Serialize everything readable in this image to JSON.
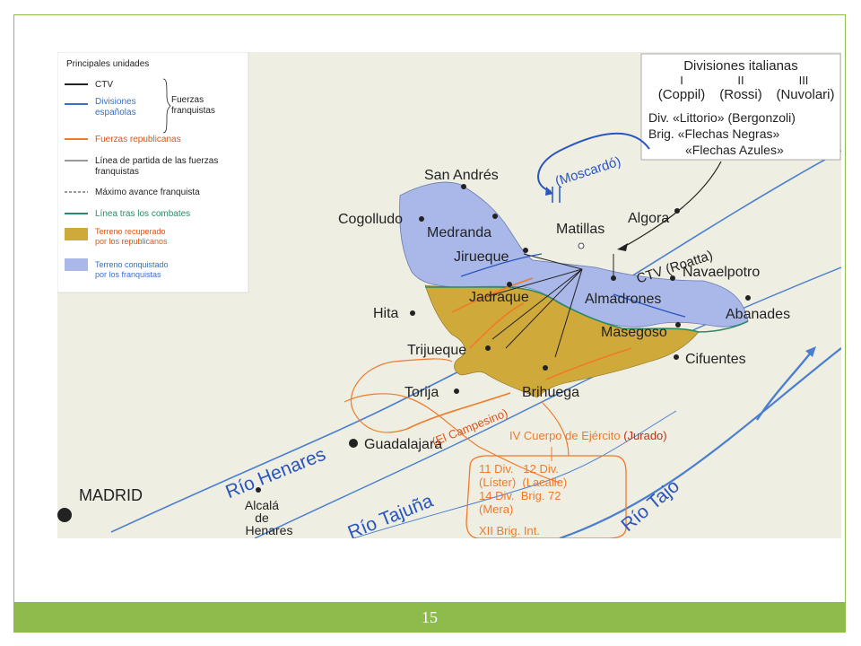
{
  "map": {
    "legend": {
      "title": "Principales unidades",
      "items": [
        {
          "label": "CTV",
          "color": "#222222"
        },
        {
          "label": "Divisiones españolas",
          "color": "#3a6fc4"
        },
        {
          "label": "Fuerzas republicanas",
          "color": "#f07a2a"
        },
        {
          "label": "Línea de partida de las fuerzas franquistas",
          "color": "#333333"
        },
        {
          "label": "Máximo avance franquista",
          "color": "#333333"
        },
        {
          "label": "Línea tras los combates",
          "color": "#2b8a6a"
        },
        {
          "label": "Terreno recuperado por los republicanos",
          "color": "#c9a83a"
        },
        {
          "label": "Terreno conquistado por los franquistas",
          "color": "#a9b8e8"
        }
      ],
      "group_label": "Fuerzas franquistas"
    },
    "italian_divisions": {
      "title": "Divisiones italianas",
      "numerals": [
        "I",
        "II",
        "III"
      ],
      "commanders": [
        "(Coppil)",
        "(Rossi)",
        "(Nuvolari)"
      ],
      "line1": "Div. «Littorio» (Bergonzoli)",
      "line2": "Brig. «Flechas Negras»",
      "line3": "«Flechas Azules»"
    },
    "towns": {
      "san_andres": "San Andrés",
      "cogolludo": "Cogolludo",
      "medranda": "Medranda",
      "matillas": "Matillas",
      "algora": "Algora",
      "jirueque": "Jirueque",
      "navaelpotro": "Navaelpotro",
      "jadraque": "Jadraque",
      "almadrones": "Almadrones",
      "abanades": "Abanades",
      "hita": "Hita",
      "masegoso": "Masegoso",
      "trijueque": "Trijueque",
      "cifuentes": "Cifuentes",
      "torija": "Torija",
      "brihuega": "Brihuega",
      "guadalajara": "Guadalajara",
      "madrid": "MADRID",
      "alcala_1": "Alcalá",
      "alcala_2": "de",
      "alcala_3": "Henares"
    },
    "units": {
      "moscardo": "(Moscardó)",
      "ctv": "CTV (Roatta)",
      "campesino": "(El Campesino)",
      "cuerpo": "IV Cuerpo de Ejército",
      "jurado": "(Jurado)",
      "div_lines": [
        "11 Div.   12 Div.",
        "(Líster)  (Lacalle)",
        "14 Div.  Brig. 72",
        "(Mera)",
        "XII Brig. Int."
      ]
    },
    "rivers": {
      "henares": "Río Henares",
      "tajuna": "Río Tajuña",
      "tajo": "Río Tajo"
    }
  },
  "footer": {
    "page_number": "15"
  }
}
